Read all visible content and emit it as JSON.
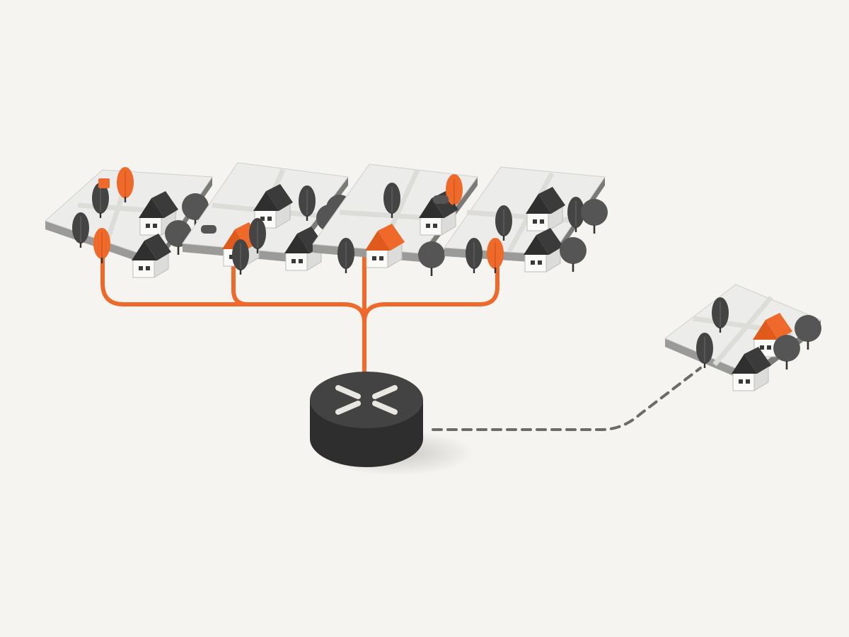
{
  "colors": {
    "background": "#f5f4f0",
    "accent": "#ef6a2a",
    "node_dark": "#3b3b3b",
    "tile_top": "#ececea",
    "tile_side": "#8e8e8c",
    "house_wall": "#fafaf8",
    "roof_dark": "#3a3a3a",
    "tree_dark": "#444444",
    "link_dashed": "#6b6b6b"
  },
  "diagram": {
    "hub": {
      "name": "router-hub",
      "icon": "cross-arrows-icon"
    },
    "connected_clusters": [
      {
        "name": "neighborhood-1",
        "houses": 2,
        "orange_roofs": 0,
        "orange_trees": 2
      },
      {
        "name": "neighborhood-2",
        "houses": 3,
        "orange_roofs": 1,
        "orange_trees": 0
      },
      {
        "name": "neighborhood-3",
        "houses": 2,
        "orange_roofs": 1,
        "orange_trees": 1
      },
      {
        "name": "neighborhood-4",
        "houses": 2,
        "orange_roofs": 0,
        "orange_trees": 1
      }
    ],
    "remote_cluster": {
      "name": "remote-neighborhood",
      "houses": 2,
      "orange_roofs": 1,
      "link": "dashed"
    }
  }
}
